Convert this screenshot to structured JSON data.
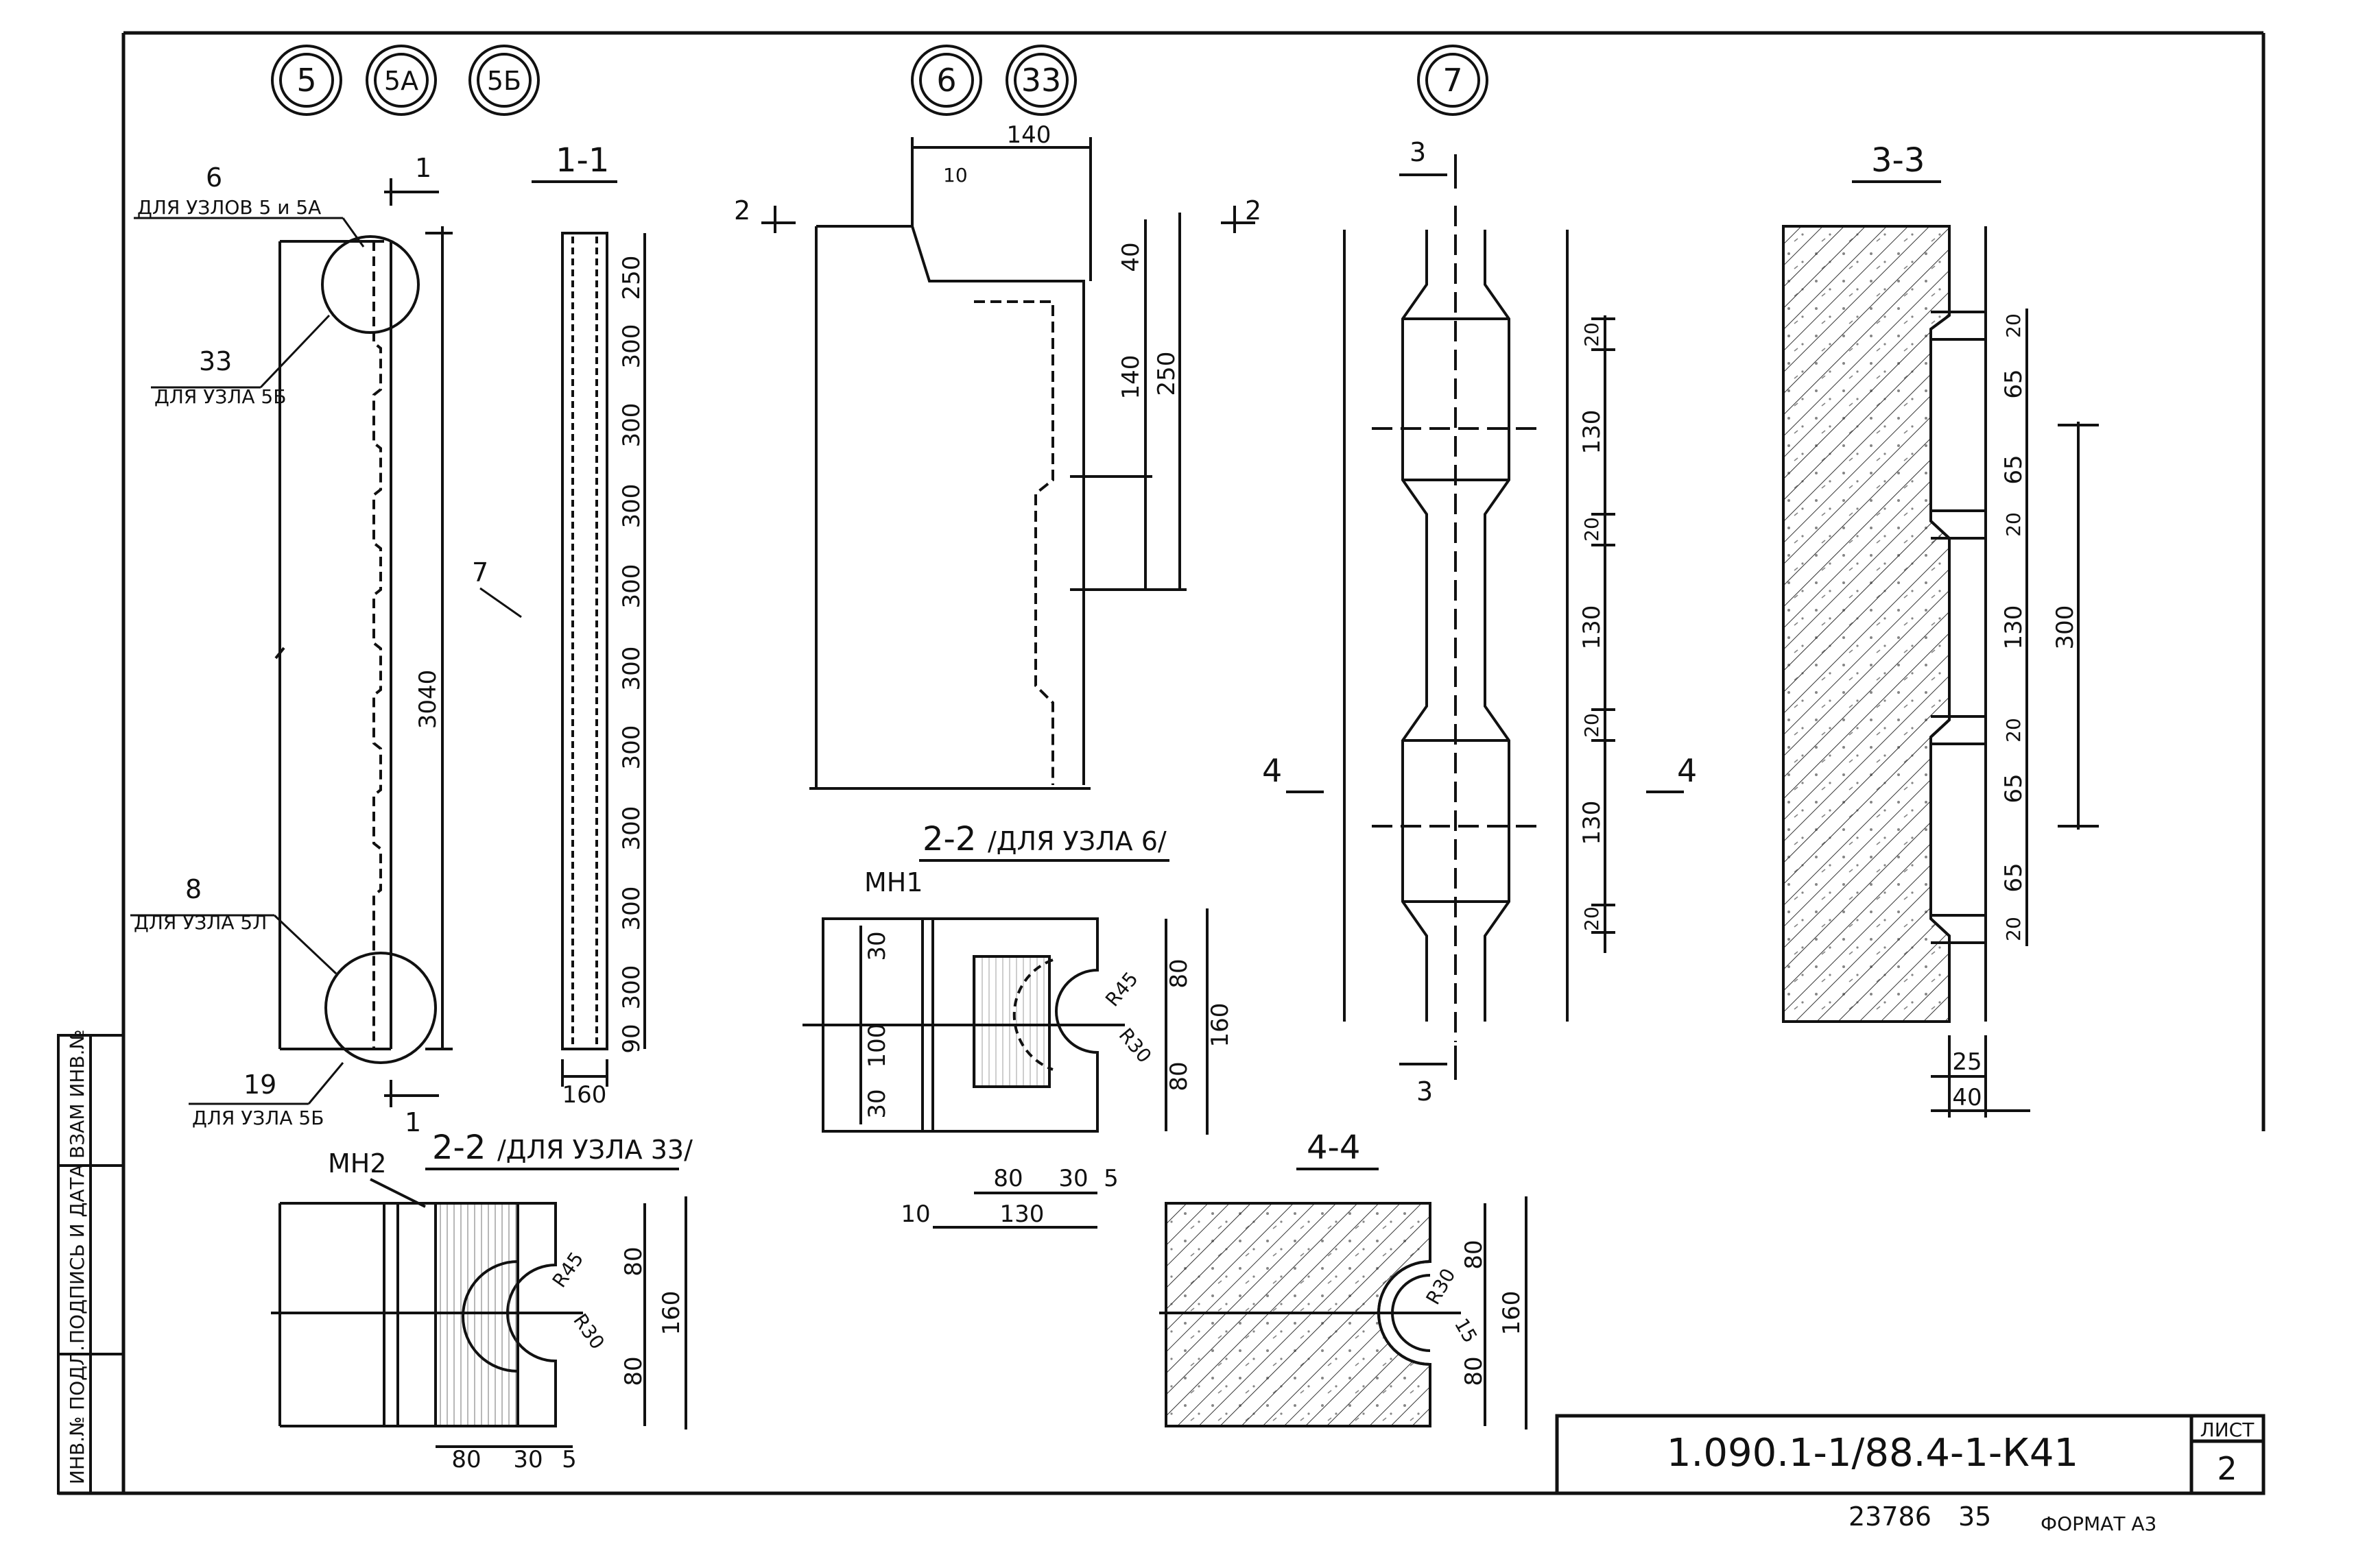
{
  "node_circles": {
    "group_a": [
      "5",
      "5А",
      "5Б"
    ],
    "group_b": [
      "6",
      "33"
    ],
    "group_c": [
      "7"
    ]
  },
  "wall_view": {
    "callout_6_num": "6",
    "callout_6_text": "ДЛЯ УЗЛОВ 5 и 5А",
    "callout_33_num": "33",
    "callout_33_text": "ДЛЯ УЗЛА 5Б",
    "callout_7_num": "7",
    "callout_8_num": "8",
    "callout_8_text": "ДЛЯ УЗЛА 5Л",
    "callout_19_num": "19",
    "callout_19_text": "ДЛЯ УЗЛА 5Б",
    "section_marker": "1",
    "total_height": "3040"
  },
  "section_1_1": {
    "title": "1-1",
    "spacings": [
      "250",
      "300",
      "300",
      "300",
      "300",
      "300",
      "300",
      "300",
      "300",
      "300",
      "90"
    ],
    "width": "160"
  },
  "detail_6_33": {
    "section_marker": "2",
    "dim_top": "140",
    "dim_small": "10",
    "dim_40": "40",
    "dim_140": "140",
    "dim_250": "250"
  },
  "section_2_2_node6": {
    "title": "2-2",
    "subtitle": "/ДЛЯ УЗЛА 6/",
    "mesh_label": "МН1",
    "r45": "R45",
    "r30": "R30",
    "dim_30_top": "30",
    "dim_100": "100",
    "dim_30_bottom": "30",
    "dim_80_top": "80",
    "dim_80_bottom": "80",
    "dim_160": "160",
    "bottom_80": "80",
    "bottom_30": "30",
    "bottom_5": "5",
    "bottom_10": "10",
    "bottom_130": "130"
  },
  "detail_7": {
    "section_3": "3",
    "section_4": "4",
    "dims": [
      "20",
      "130",
      "20",
      "130",
      "20",
      "130",
      "20"
    ]
  },
  "section_3_3": {
    "title": "3-3",
    "dims": [
      "20",
      "65",
      "65",
      "20",
      "130",
      "20",
      "65",
      "65",
      "20"
    ],
    "dim_300": "300",
    "dim_25": "25",
    "dim_40": "40"
  },
  "section_2_2_node33": {
    "title": "2-2",
    "subtitle": "/ДЛЯ УЗЛА 33/",
    "mesh_label": "МН2",
    "r45": "R45",
    "r30": "R30",
    "dim_80_top": "80",
    "dim_80_bottom": "80",
    "dim_160": "160",
    "bottom_80": "80",
    "bottom_30": "30",
    "bottom_5": "5"
  },
  "section_4_4": {
    "title": "4-4",
    "r30": "R30",
    "r15": "15",
    "dim_80_top": "80",
    "dim_80_bottom": "80",
    "dim_160": "160"
  },
  "side_stamp": {
    "c1": "ВЗАМ ИНВ.№",
    "c2": "ПОДПИСЬ И ДАТА",
    "c3": "ИНВ.№ ПОДЛ."
  },
  "title_block": {
    "code": "1.090.1-1/88.4-1-К41",
    "sheet_label": "ЛИСТ",
    "sheet_no": "2"
  },
  "footer": {
    "number": "23786",
    "sub": "35",
    "format": "ФОРМАТ А3"
  }
}
